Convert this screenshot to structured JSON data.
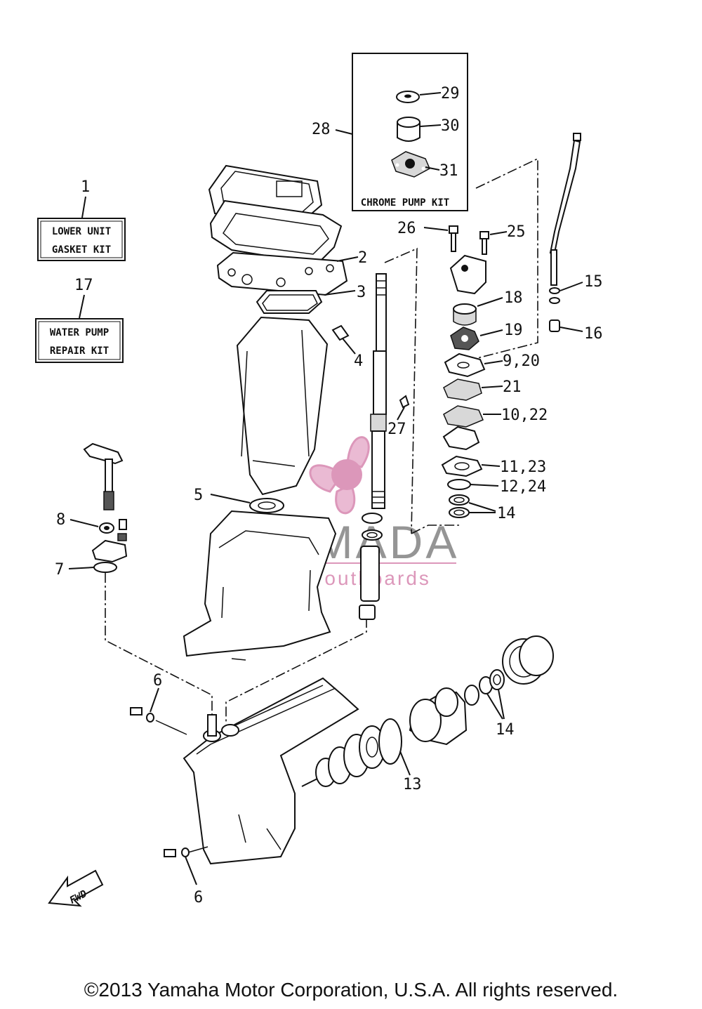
{
  "kits": {
    "lower_unit": {
      "ref": "1",
      "line1": "LOWER UNIT",
      "line2": "GASKET KIT"
    },
    "water_pump": {
      "ref": "17",
      "line1": "WATER PUMP",
      "line2": "REPAIR KIT"
    },
    "chrome_pump": {
      "ref": "28",
      "title": "CHROME PUMP KIT"
    }
  },
  "callouts": {
    "p2": "2",
    "p3": "3",
    "p4": "4",
    "p5": "5",
    "p6a": "6",
    "p6b": "6",
    "p7": "7",
    "p8": "8",
    "p9_20": "9,20",
    "p10_22": "10,22",
    "p11_23": "11,23",
    "p12_24": "12,24",
    "p13": "13",
    "p14a": "14",
    "p14b": "14",
    "p15": "15",
    "p16": "16",
    "p18": "18",
    "p19": "19",
    "p21": "21",
    "p25": "25",
    "p26": "26",
    "p27": "27",
    "p29": "29",
    "p30": "30",
    "p31": "31"
  },
  "direction": {
    "label": "FWD"
  },
  "watermark": {
    "name": "ARMADA",
    "tagline": "marine outboards",
    "accent_color": "#d98cb3"
  },
  "footer": {
    "copyright": "©2013 Yamaha Motor Corporation, U.S.A. All rights reserved."
  }
}
